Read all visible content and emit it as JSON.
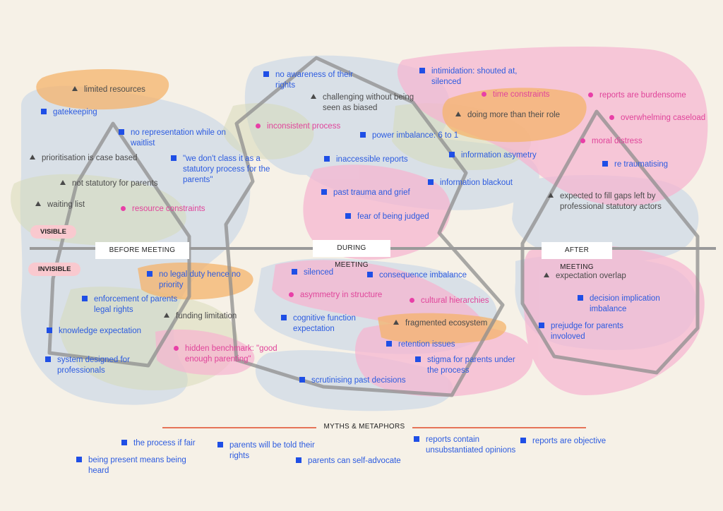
{
  "phases": {
    "before": "BEFORE MEETING",
    "during": "DURING MEETING",
    "after": "AFTER MEETING",
    "visible": "VISIBLE",
    "invisible": "INVISIBLE"
  },
  "myths_title": "MYTHS & METAPHORS",
  "colors": {
    "background": "#f6f1e7",
    "square_marker": "#1f4fe6",
    "circle_marker": "#e83fa7",
    "triangle_marker": "#4a4a4a",
    "pink_blob": "#f7b3d0",
    "orange_blob": "#f4b36b",
    "blue_blob": "#c7d6e8",
    "olive_blob": "#d6d9b6",
    "divider": "#9a9a9a",
    "myths_line": "#e04a2a"
  },
  "items": [
    {
      "text": "limited resources",
      "marker": "triangle"
    },
    {
      "text": "gatekeeping",
      "marker": "square"
    },
    {
      "text": "no representation while on waitlist",
      "marker": "square"
    },
    {
      "text": "prioritisation is case based",
      "marker": "triangle"
    },
    {
      "text": "\"we don't class it as a statutory process for the parents\"",
      "marker": "square"
    },
    {
      "text": "not statutory for parents",
      "marker": "triangle"
    },
    {
      "text": "waiting list",
      "marker": "triangle"
    },
    {
      "text": "resource constraints",
      "marker": "circle"
    },
    {
      "text": "no awareness of their rights",
      "marker": "square"
    },
    {
      "text": "challenging without being seen as biased",
      "marker": "triangle"
    },
    {
      "text": "inconsistent process",
      "marker": "circle"
    },
    {
      "text": "power imbalance: 6 to 1",
      "marker": "square"
    },
    {
      "text": "inaccessible reports",
      "marker": "square"
    },
    {
      "text": "past trauma and grief",
      "marker": "square"
    },
    {
      "text": "fear of being judged",
      "marker": "square"
    },
    {
      "text": "information blackout",
      "marker": "square"
    },
    {
      "text": "information asymetry",
      "marker": "square"
    },
    {
      "text": "intimidation: shouted at, silenced",
      "marker": "square"
    },
    {
      "text": "time constraints",
      "marker": "circle"
    },
    {
      "text": "doing more than their role",
      "marker": "triangle"
    },
    {
      "text": "reports are burdensome",
      "marker": "circle"
    },
    {
      "text": "overwhelming caseload",
      "marker": "circle"
    },
    {
      "text": "moral distress",
      "marker": "circle"
    },
    {
      "text": "re traumatising",
      "marker": "square"
    },
    {
      "text": "expected to fill gaps left by professional statutory actors",
      "marker": "triangle"
    },
    {
      "text": "no legal duty hence no priority",
      "marker": "square"
    },
    {
      "text": "enforcement of parents legal rights",
      "marker": "square"
    },
    {
      "text": "funding limitation",
      "marker": "triangle"
    },
    {
      "text": "knowledge expectation",
      "marker": "square"
    },
    {
      "text": "hidden benchmark: \"good enough parenting\"",
      "marker": "circle"
    },
    {
      "text": "system designed for professionals",
      "marker": "square"
    },
    {
      "text": "silenced",
      "marker": "square"
    },
    {
      "text": "consequence imbalance",
      "marker": "square"
    },
    {
      "text": "asymmetry in structure",
      "marker": "circle"
    },
    {
      "text": "cultural hierarchies",
      "marker": "circle"
    },
    {
      "text": "cognitive function expectation",
      "marker": "square"
    },
    {
      "text": "fragmented ecosystem",
      "marker": "triangle"
    },
    {
      "text": "retention issues",
      "marker": "square"
    },
    {
      "text": "stigma for parents under the process",
      "marker": "square"
    },
    {
      "text": "scrutinising past decisions",
      "marker": "square"
    },
    {
      "text": "expectation overlap",
      "marker": "triangle"
    },
    {
      "text": "decision implication imbalance",
      "marker": "square"
    },
    {
      "text": "prejudge for parents involoved",
      "marker": "square"
    }
  ],
  "myths": [
    {
      "text": "the process if fair",
      "marker": "square"
    },
    {
      "text": "being present means being heard",
      "marker": "square"
    },
    {
      "text": "parents will be told their rights",
      "marker": "square"
    },
    {
      "text": "parents can self-advocate",
      "marker": "square"
    },
    {
      "text": "reports contain unsubstantiated opinions",
      "marker": "square"
    },
    {
      "text": "reports are objective",
      "marker": "square"
    }
  ]
}
